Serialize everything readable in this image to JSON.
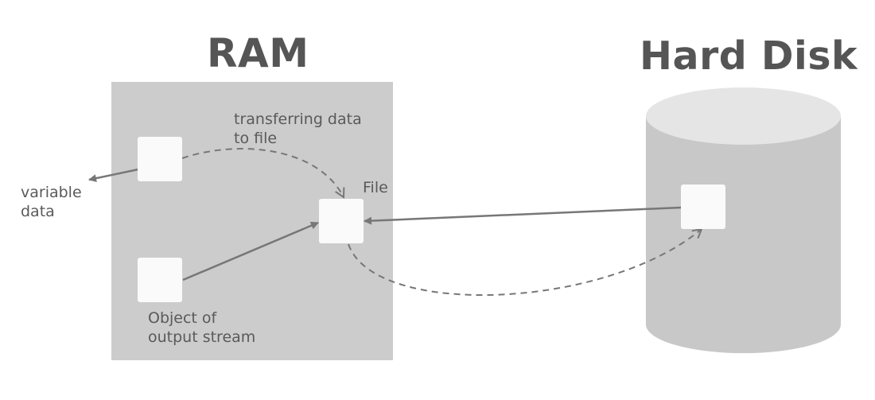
{
  "titles": {
    "ram": "RAM",
    "hard_disk": "Hard Disk"
  },
  "labels": {
    "transfer_line1": "transferring data",
    "transfer_line2": "to file",
    "file": "File",
    "variable_line1": "variable",
    "variable_line2": "data",
    "object_line1": "Object of",
    "object_line2": "output stream"
  },
  "colors": {
    "ram_box": "#cccccc",
    "disk_body": "#c8c8c8",
    "disk_top": "#e5e5e5",
    "node": "#fafafa",
    "arrow": "#777777",
    "title_text": "#555555",
    "label_text": "#5a5a5a"
  }
}
